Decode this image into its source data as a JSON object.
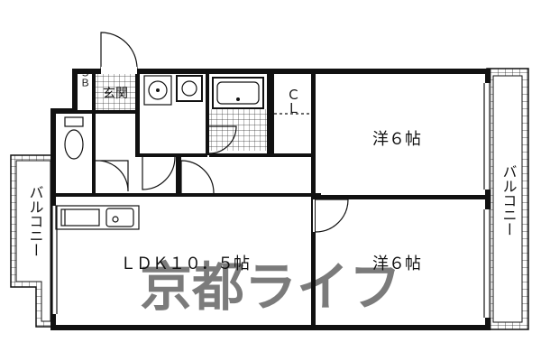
{
  "rooms": {
    "ldk": "ＬＤＫ１０．５帖",
    "western_upper": "洋６帖",
    "western_lower": "洋６帖",
    "closet": "ＣＬ",
    "entrance": "玄関",
    "shoe_box": "ＳＢ"
  },
  "balconies": {
    "left": "バルコニー",
    "right": "バルコニー"
  },
  "watermark": "京都ライフ",
  "colors": {
    "wall": "#111111",
    "watermark": "#b0b0b0"
  }
}
